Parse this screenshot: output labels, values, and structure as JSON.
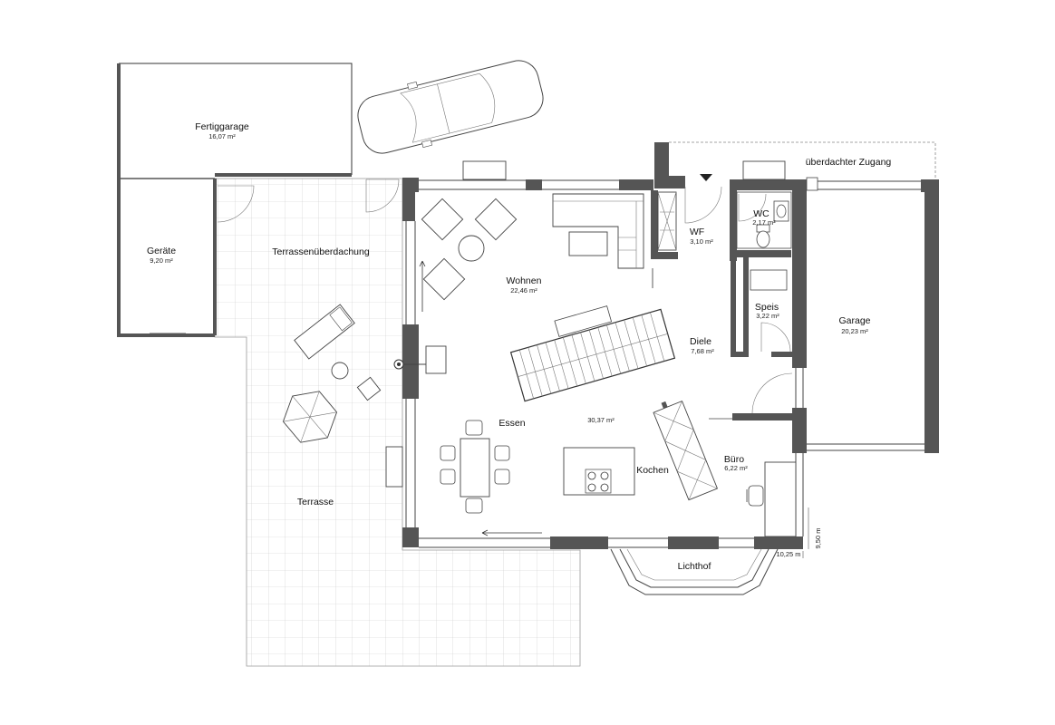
{
  "rooms": {
    "fertiggarage": {
      "name": "Fertiggarage",
      "area": "16,07 m²"
    },
    "geraete": {
      "name": "Geräte",
      "area": "9,20 m²"
    },
    "terrassenueberdachung": {
      "name": "Terrassenüberdachung"
    },
    "terrasse": {
      "name": "Terrasse"
    },
    "wohnen": {
      "name": "Wohnen",
      "area": "22,46 m²"
    },
    "essen": {
      "name": "Essen"
    },
    "kochen": {
      "name": "Kochen"
    },
    "common_area": {
      "area": "30,37 m²"
    },
    "wf": {
      "name": "WF",
      "area": "3,10 m²"
    },
    "wc": {
      "name": "WC",
      "area": "2,17 m²"
    },
    "speis": {
      "name": "Speis",
      "area": "3,22 m²"
    },
    "diele": {
      "name": "Diele",
      "area": "7,68 m²"
    },
    "buero": {
      "name": "Büro",
      "area": "6,22 m²"
    },
    "garage": {
      "name": "Garage",
      "area": "20,23 m²"
    },
    "lichthof": {
      "name": "Lichthof"
    },
    "zugang": {
      "name": "überdachter Zugang"
    }
  },
  "dimensions": {
    "width": "10,25 m",
    "depth": "9,50 m"
  },
  "colors": {
    "wall": "#555555",
    "line": "#333333",
    "grid": "#c8c8c8"
  },
  "icons": [
    "car-icon",
    "stair-icon",
    "table-icon",
    "chair-icon",
    "sofa-icon",
    "parasol-icon",
    "lounger-icon",
    "toilet-icon",
    "sink-icon",
    "cooktop-icon",
    "desk-chair-icon",
    "north-arrow-icon"
  ]
}
